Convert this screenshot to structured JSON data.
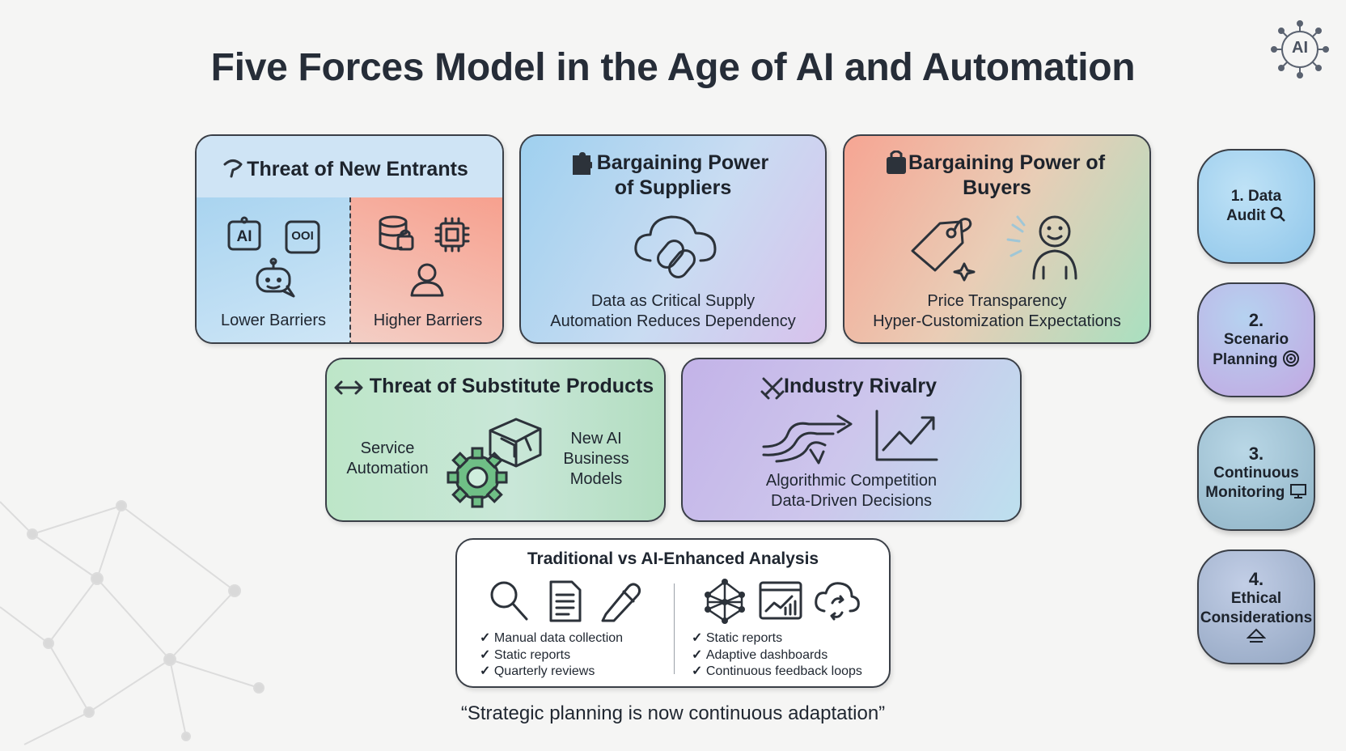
{
  "title": "Five Forces Model in the Age of AI and Automation",
  "corner_logo": {
    "label": "AI",
    "icon": "ai-network-icon"
  },
  "forces": {
    "new_entrants": {
      "title": "Threat of New Entrants",
      "icon": "lightbulb-icon",
      "left_label": "Lower Barriers",
      "right_label": "Higher Barriers",
      "left_icons": [
        "ai-chip-icon",
        "code-box-icon",
        "robot-icon"
      ],
      "right_icons": [
        "database-lock-icon",
        "processor-icon",
        "person-icon"
      ],
      "chip_text_ai": "AI",
      "chip_text_code": "OOI"
    },
    "suppliers": {
      "title_line1": "Bargaining Power",
      "title_line2": "of Suppliers",
      "icon": "puzzle-icon",
      "line1": "Data as Critical Supply",
      "line2": "Automation Reduces Dependency"
    },
    "buyers": {
      "title_line1": "Bargaining Power of",
      "title_line2": "Buyers",
      "icon": "shopping-bag-icon",
      "line1": "Price Transparency",
      "line2": "Hyper-Customization Expectations"
    },
    "substitutes": {
      "title": "Threat of Substitute Products",
      "icon": "double-arrow-icon",
      "left_label_1": "Service",
      "left_label_2": "Automation",
      "right_label_1": "New AI",
      "right_label_2": "Business",
      "right_label_3": "Models"
    },
    "rivalry": {
      "title": "Industry Rivalry",
      "icon": "crossed-swords-icon",
      "line1": "Algorithmic Competition",
      "line2": "Data-Driven Decisions"
    }
  },
  "comparison": {
    "title": "Traditional vs AI-Enhanced Analysis",
    "traditional": [
      "Manual data collection",
      "Static reports",
      "Quarterly reviews"
    ],
    "ai_enhanced": [
      "Static reports",
      "Adaptive dashboards",
      "Continuous feedback loops"
    ]
  },
  "steps": [
    {
      "num": "1.",
      "line1": "Data",
      "line2": "Audit",
      "icon": "search-icon"
    },
    {
      "num": "2.",
      "line1": "Scenario",
      "line2": "Planning",
      "icon": "target-icon"
    },
    {
      "num": "3.",
      "line1": "Continuous",
      "line2": "Monitoring",
      "icon": "monitor-icon"
    },
    {
      "num": "4.",
      "line1": "Ethical",
      "line2": "Considerations",
      "icon": "scale-icon"
    }
  ],
  "quote": "“Strategic planning is now continuous adaptation”",
  "colors": {
    "blue": "#9ccfee",
    "salmon": "#f4a792",
    "green": "#b5e2c4",
    "purple": "#c9b4e6",
    "outline": "#3a3f47"
  }
}
